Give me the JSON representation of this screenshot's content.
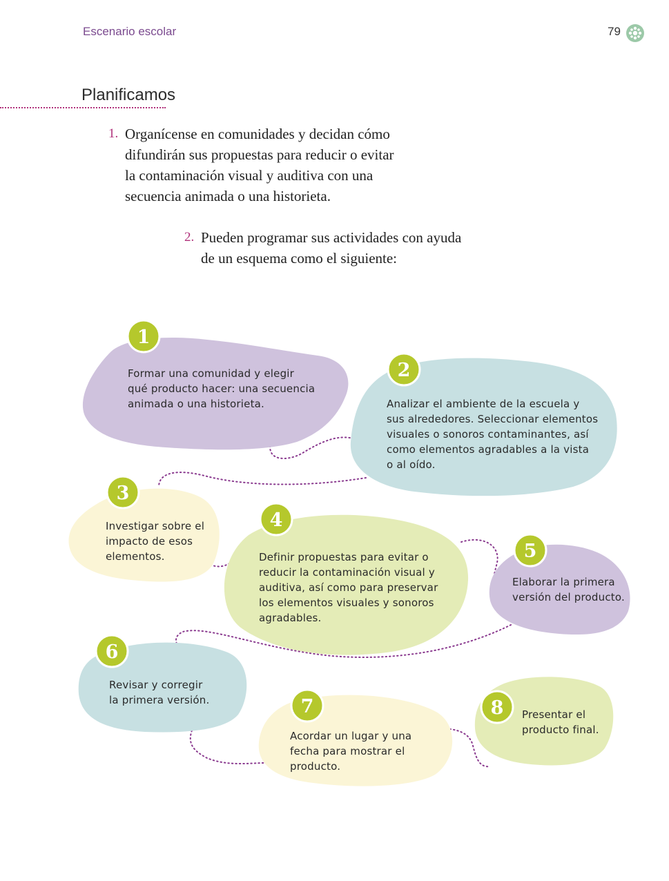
{
  "header": {
    "title": "Escenario escolar",
    "page_number": "79",
    "icon": "gear-flower-icon"
  },
  "section": {
    "title": "Planificamos"
  },
  "instructions": [
    {
      "number": "1.",
      "lines": [
        "Organícense en comunidades y decidan cómo",
        "difundirán sus propuestas para reducir o evitar",
        "la contaminación visual y auditiva con una",
        "secuencia animada o una historieta."
      ]
    },
    {
      "number": "2.",
      "lines": [
        "Pueden programar sus actividades con ayuda",
        "de un esquema como el siguiente:"
      ]
    }
  ],
  "colors": {
    "accent": "#b0307a",
    "header_text": "#7b4a8f",
    "badge": "#b5c82c",
    "purple_blob": "#cfc2dd",
    "blue_blob": "#c7e0e2",
    "cream_blob": "#fbf5d6",
    "green_blob": "#e4ecb7",
    "connector": "#8a3a8f"
  },
  "steps": [
    {
      "number": "1",
      "color": "purple",
      "lines": [
        "Formar una comunidad y elegir",
        "qué producto hacer: una secuencia",
        "animada o una historieta."
      ]
    },
    {
      "number": "2",
      "color": "blue",
      "lines": [
        "Analizar el ambiente de la escuela y",
        "sus alrededores. Seleccionar elementos",
        "visuales o sonoros contaminantes, así",
        "como elementos agradables a la vista",
        "o al oído."
      ]
    },
    {
      "number": "3",
      "color": "cream",
      "lines": [
        "Investigar sobre el",
        "impacto de esos",
        "elementos."
      ]
    },
    {
      "number": "4",
      "color": "green",
      "lines": [
        "Definir propuestas para evitar o",
        "reducir la contaminación visual y",
        "auditiva, así como para preservar",
        "los elementos visuales y sonoros",
        "agradables."
      ]
    },
    {
      "number": "5",
      "color": "purple",
      "lines": [
        "Elaborar la primera",
        "versión del producto."
      ]
    },
    {
      "number": "6",
      "color": "blue",
      "lines": [
        "Revisar y corregir",
        "la primera versión."
      ]
    },
    {
      "number": "7",
      "color": "cream",
      "lines": [
        "Acordar un lugar y una",
        "fecha para mostrar el",
        "producto."
      ]
    },
    {
      "number": "8",
      "color": "green",
      "lines": [
        "Presentar el",
        "producto final."
      ]
    }
  ]
}
